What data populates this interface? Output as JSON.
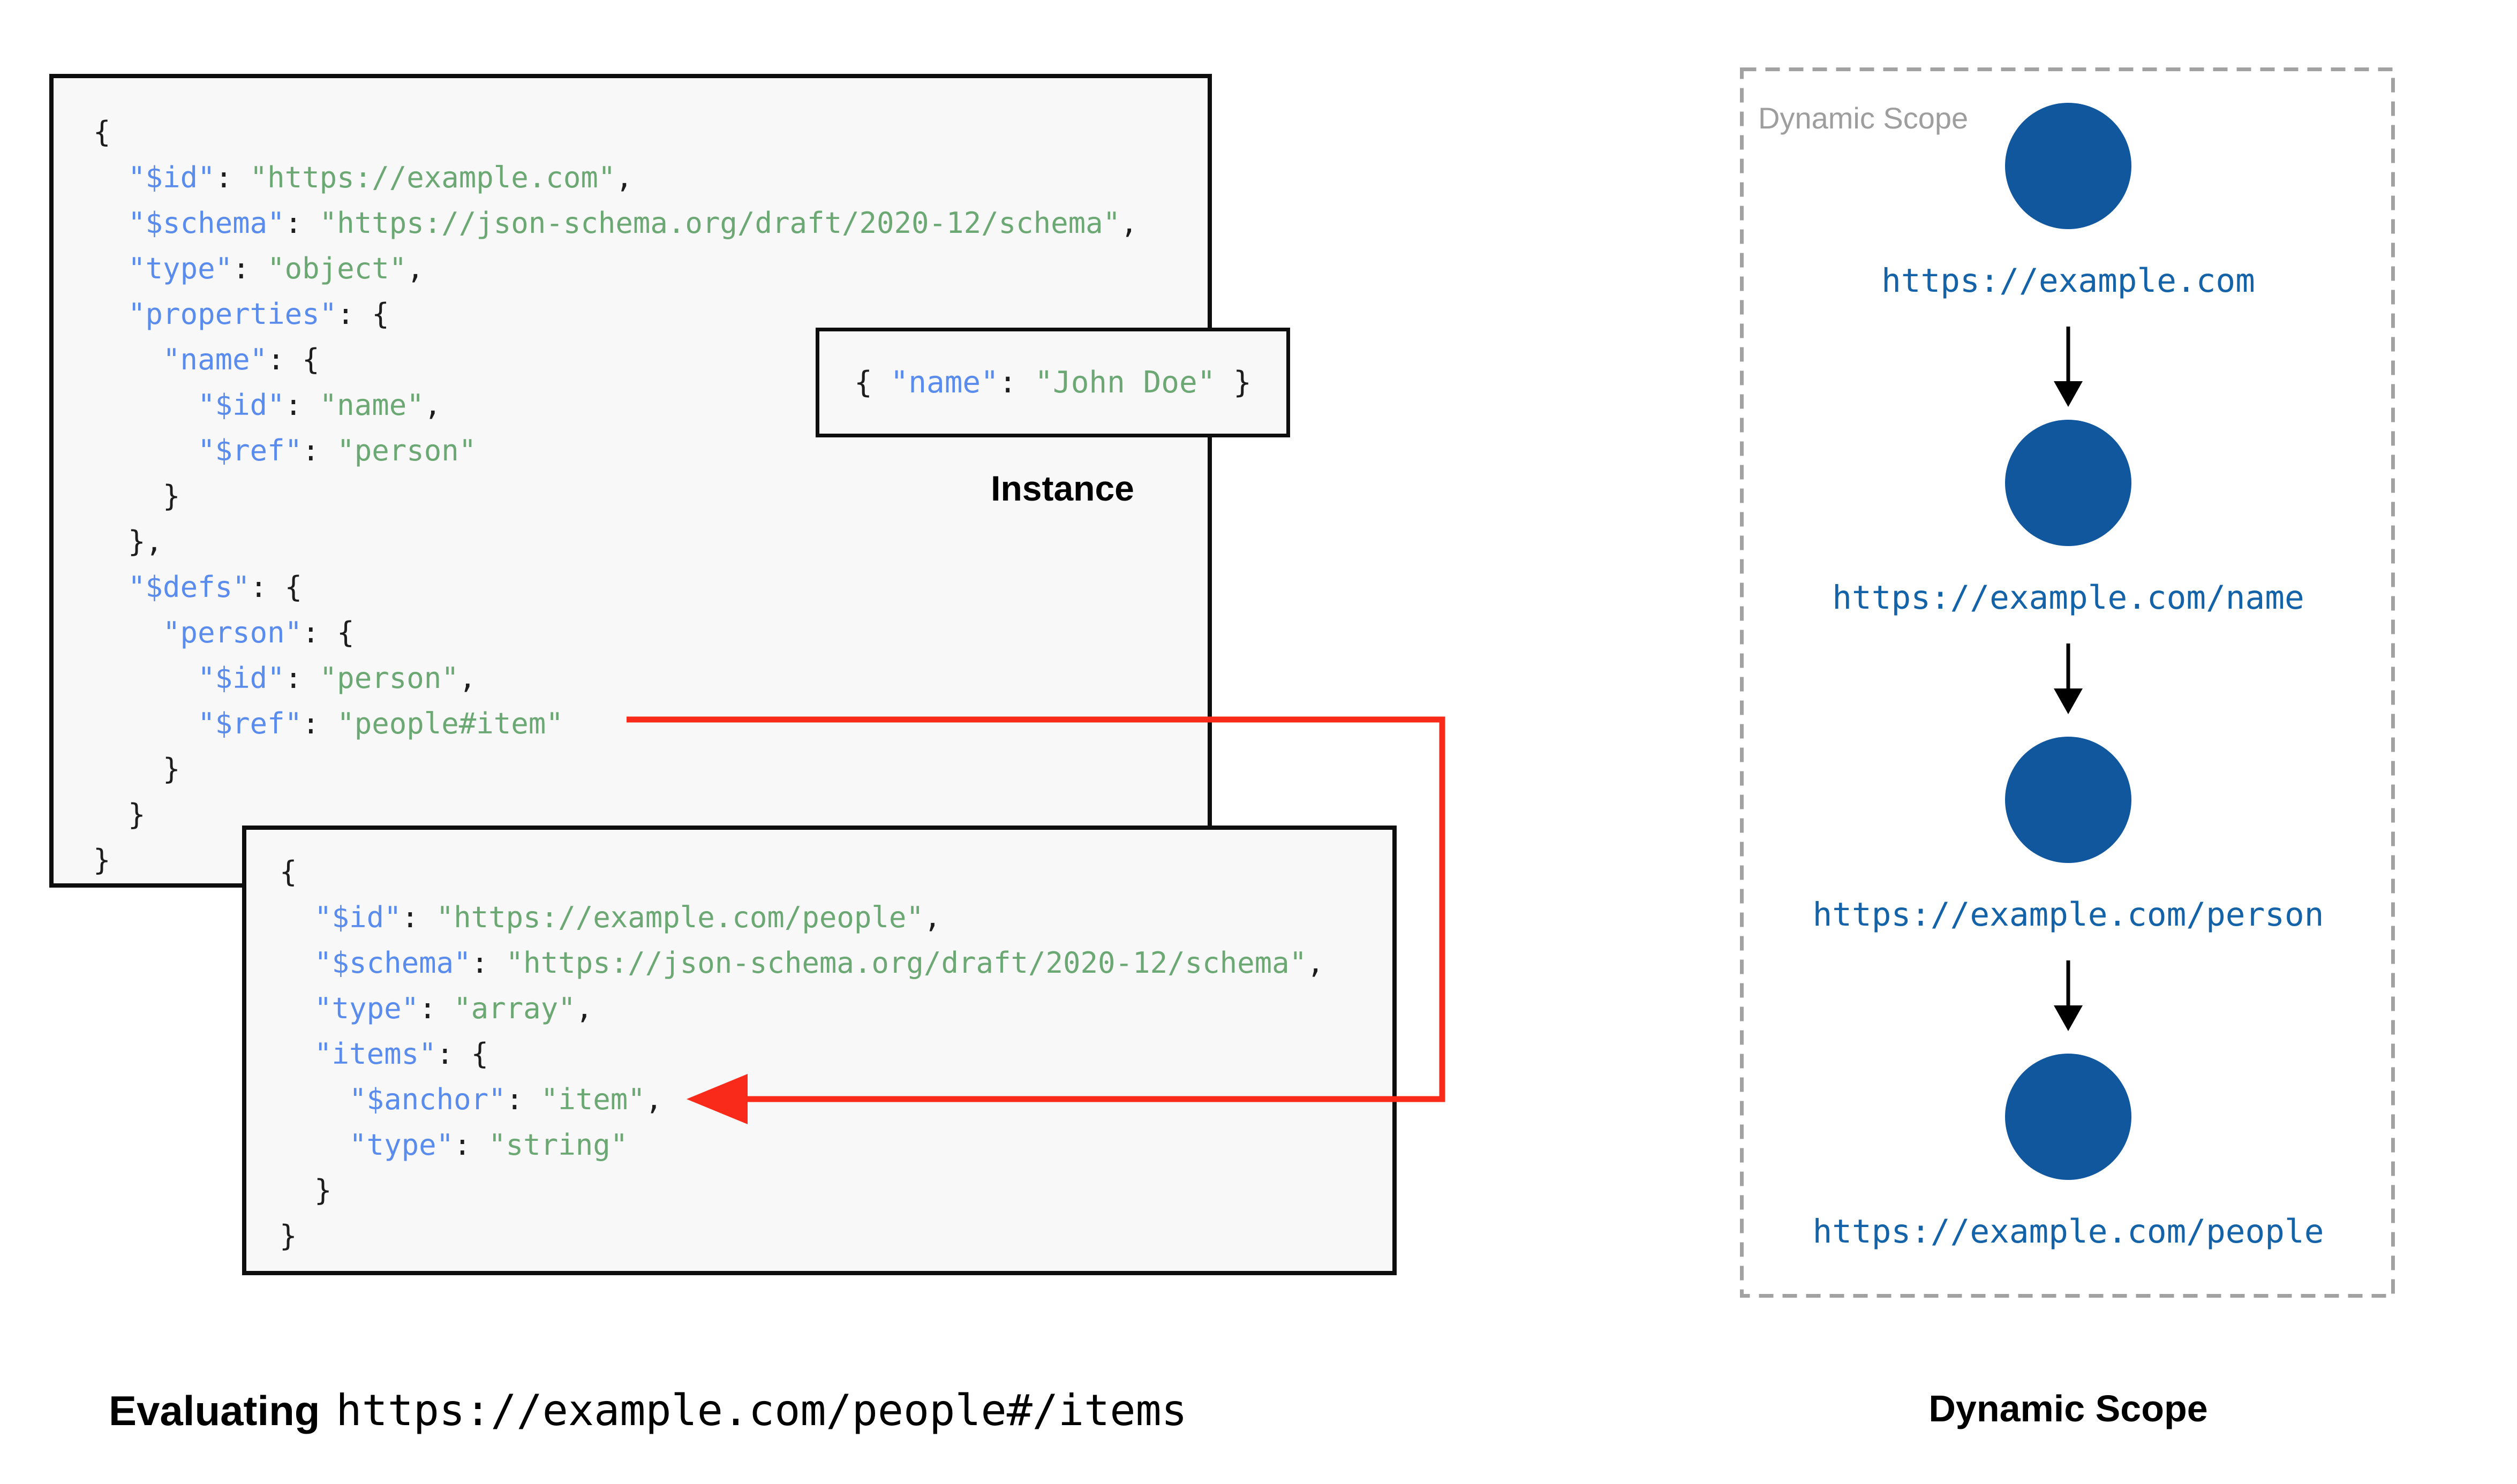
{
  "colors": {
    "key_blue": "#5a8cee",
    "string_green": "#6ca873",
    "node_fill_blue": "#11579e",
    "node_label_blue": "#1463a8",
    "arrow_red": "#fa2a1a",
    "panel_border_gray": "#a2a2a2",
    "panel_title_gray": "#9e9e9e",
    "code_background": "#f8f8f8",
    "box_border_black": "#0e0e0e"
  },
  "root_schema": {
    "lines": [
      [
        {
          "t": "plain",
          "v": "{"
        }
      ],
      [
        {
          "t": "plain",
          "v": "  "
        },
        {
          "t": "key",
          "v": "\"$id\""
        },
        {
          "t": "plain",
          "v": ": "
        },
        {
          "t": "str",
          "v": "\"https://example.com\""
        },
        {
          "t": "plain",
          "v": ","
        }
      ],
      [
        {
          "t": "plain",
          "v": "  "
        },
        {
          "t": "key",
          "v": "\"$schema\""
        },
        {
          "t": "plain",
          "v": ": "
        },
        {
          "t": "str",
          "v": "\"https://json-schema.org/draft/2020-12/schema\""
        },
        {
          "t": "plain",
          "v": ","
        }
      ],
      [
        {
          "t": "plain",
          "v": "  "
        },
        {
          "t": "key",
          "v": "\"type\""
        },
        {
          "t": "plain",
          "v": ": "
        },
        {
          "t": "str",
          "v": "\"object\""
        },
        {
          "t": "plain",
          "v": ","
        }
      ],
      [
        {
          "t": "plain",
          "v": "  "
        },
        {
          "t": "key",
          "v": "\"properties\""
        },
        {
          "t": "plain",
          "v": ": {"
        }
      ],
      [
        {
          "t": "plain",
          "v": "    "
        },
        {
          "t": "key",
          "v": "\"name\""
        },
        {
          "t": "plain",
          "v": ": {"
        }
      ],
      [
        {
          "t": "plain",
          "v": "      "
        },
        {
          "t": "key",
          "v": "\"$id\""
        },
        {
          "t": "plain",
          "v": ": "
        },
        {
          "t": "str",
          "v": "\"name\""
        },
        {
          "t": "plain",
          "v": ","
        }
      ],
      [
        {
          "t": "plain",
          "v": "      "
        },
        {
          "t": "key",
          "v": "\"$ref\""
        },
        {
          "t": "plain",
          "v": ": "
        },
        {
          "t": "str",
          "v": "\"person\""
        }
      ],
      [
        {
          "t": "plain",
          "v": "    }"
        }
      ],
      [
        {
          "t": "plain",
          "v": "  },"
        }
      ],
      [
        {
          "t": "plain",
          "v": "  "
        },
        {
          "t": "key",
          "v": "\"$defs\""
        },
        {
          "t": "plain",
          "v": ": {"
        }
      ],
      [
        {
          "t": "plain",
          "v": "    "
        },
        {
          "t": "key",
          "v": "\"person\""
        },
        {
          "t": "plain",
          "v": ": {"
        }
      ],
      [
        {
          "t": "plain",
          "v": "      "
        },
        {
          "t": "key",
          "v": "\"$id\""
        },
        {
          "t": "plain",
          "v": ": "
        },
        {
          "t": "str",
          "v": "\"person\""
        },
        {
          "t": "plain",
          "v": ","
        }
      ],
      [
        {
          "t": "plain",
          "v": "      "
        },
        {
          "t": "key",
          "v": "\"$ref\""
        },
        {
          "t": "plain",
          "v": ": "
        },
        {
          "t": "str",
          "v": "\"people#item\""
        }
      ],
      [
        {
          "t": "plain",
          "v": "    }"
        }
      ],
      [
        {
          "t": "plain",
          "v": "  }"
        }
      ],
      [
        {
          "t": "plain",
          "v": "}"
        }
      ]
    ]
  },
  "people_schema": {
    "lines": [
      [
        {
          "t": "plain",
          "v": "{"
        }
      ],
      [
        {
          "t": "plain",
          "v": "  "
        },
        {
          "t": "key",
          "v": "\"$id\""
        },
        {
          "t": "plain",
          "v": ": "
        },
        {
          "t": "str",
          "v": "\"https://example.com/people\""
        },
        {
          "t": "plain",
          "v": ","
        }
      ],
      [
        {
          "t": "plain",
          "v": "  "
        },
        {
          "t": "key",
          "v": "\"$schema\""
        },
        {
          "t": "plain",
          "v": ": "
        },
        {
          "t": "str",
          "v": "\"https://json-schema.org/draft/2020-12/schema\""
        },
        {
          "t": "plain",
          "v": ","
        }
      ],
      [
        {
          "t": "plain",
          "v": "  "
        },
        {
          "t": "key",
          "v": "\"type\""
        },
        {
          "t": "plain",
          "v": ": "
        },
        {
          "t": "str",
          "v": "\"array\""
        },
        {
          "t": "plain",
          "v": ","
        }
      ],
      [
        {
          "t": "plain",
          "v": "  "
        },
        {
          "t": "key",
          "v": "\"items\""
        },
        {
          "t": "plain",
          "v": ": {"
        }
      ],
      [
        {
          "t": "plain",
          "v": "    "
        },
        {
          "t": "key",
          "v": "\"$anchor\""
        },
        {
          "t": "plain",
          "v": ": "
        },
        {
          "t": "str",
          "v": "\"item\""
        },
        {
          "t": "plain",
          "v": ","
        }
      ],
      [
        {
          "t": "plain",
          "v": "    "
        },
        {
          "t": "key",
          "v": "\"type\""
        },
        {
          "t": "plain",
          "v": ": "
        },
        {
          "t": "str",
          "v": "\"string\""
        }
      ],
      [
        {
          "t": "plain",
          "v": "  }"
        }
      ],
      [
        {
          "t": "plain",
          "v": "}"
        }
      ]
    ]
  },
  "instance": {
    "tokens": [
      {
        "t": "plain",
        "v": "{ "
      },
      {
        "t": "key",
        "v": "\"name\""
      },
      {
        "t": "plain",
        "v": ": "
      },
      {
        "t": "str",
        "v": "\"John Doe\""
      },
      {
        "t": "plain",
        "v": " }"
      }
    ],
    "caption": "Instance"
  },
  "dynamic_scope": {
    "panel_title": "Dynamic Scope",
    "caption": "Dynamic Scope",
    "nodes": [
      {
        "label": "https://example.com"
      },
      {
        "label": "https://example.com/name"
      },
      {
        "label": "https://example.com/person"
      },
      {
        "label": "https://example.com/people"
      }
    ]
  },
  "evaluating": {
    "prefix": "Evaluating",
    "uri": "https://example.com/people#/items"
  }
}
